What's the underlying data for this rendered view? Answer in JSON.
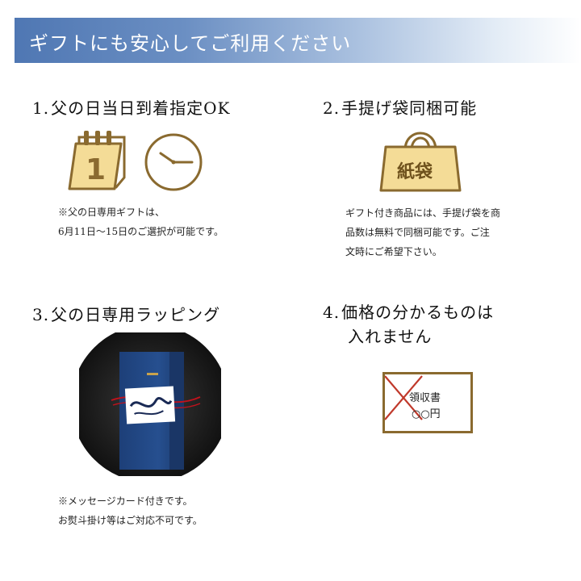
{
  "banner": {
    "title": "ギフトにも安心してご利用ください"
  },
  "sections": [
    {
      "number": "1.",
      "title": "父の日当日到着指定OK",
      "note_lines": [
        "※父の日専用ギフトは、",
        "6月11日〜15日のご選択が可能です。"
      ],
      "calendar_digit": "1"
    },
    {
      "number": "2.",
      "title": "手提げ袋同梱可能",
      "note_lines": [
        "ギフト付き商品には、手提げ袋を商",
        "品数は無料で同梱可能です。ご注",
        "文時にご希望下さい。"
      ],
      "bag_label": "紙袋"
    },
    {
      "number": "3.",
      "title": "父の日専用ラッピング",
      "note_lines": [
        "※メッセージカード付きです。",
        "お熨斗掛け等はご対応不可です。"
      ]
    },
    {
      "number": "4.",
      "title_lines": [
        "価格の分かるものは",
        "入れません"
      ],
      "receipt_title": "領収書",
      "receipt_amount": "○○円"
    }
  ],
  "colors": {
    "accent_gold": "#8a6a2f",
    "accent_gold_fill": "#f4dc97",
    "cross_red": "#c0392b",
    "banner_blue": "#4f77b3"
  },
  "icons": [
    "calendar-icon",
    "clock-icon",
    "paper-bag-icon",
    "gift-box-photo",
    "receipt-icon"
  ]
}
